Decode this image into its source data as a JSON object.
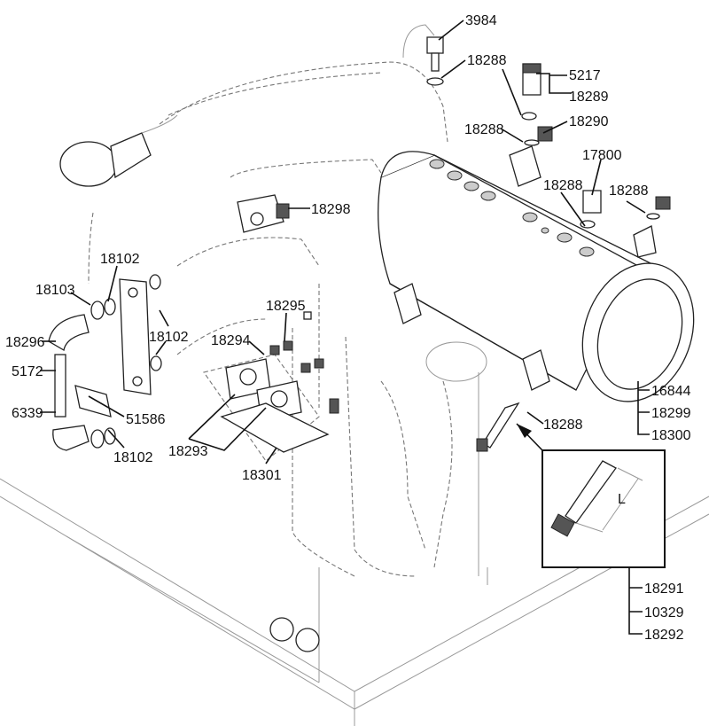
{
  "callouts": {
    "c3984": "3984",
    "c18288a": "18288",
    "c5217": "5217",
    "c18289": "18289",
    "c18288b": "18288",
    "c18290": "18290",
    "c17800": "17800",
    "c18288c": "18288",
    "c18288d": "18288",
    "c18298": "18298",
    "c18102a": "18102",
    "c18103": "18103",
    "c18295": "18295",
    "c18102b": "18102",
    "c18294": "18294",
    "c18296": "18296",
    "c5172": "5172",
    "c16844": "16844",
    "c6339": "6339",
    "c51586": "51586",
    "c18299": "18299",
    "c18288e": "18288",
    "c18293": "18293",
    "c18102c": "18102",
    "c18300": "18300",
    "c18301": "18301",
    "c18291": "18291",
    "c10329": "10329",
    "c18292": "18292"
  },
  "inset": {
    "dimension_label": "L"
  }
}
